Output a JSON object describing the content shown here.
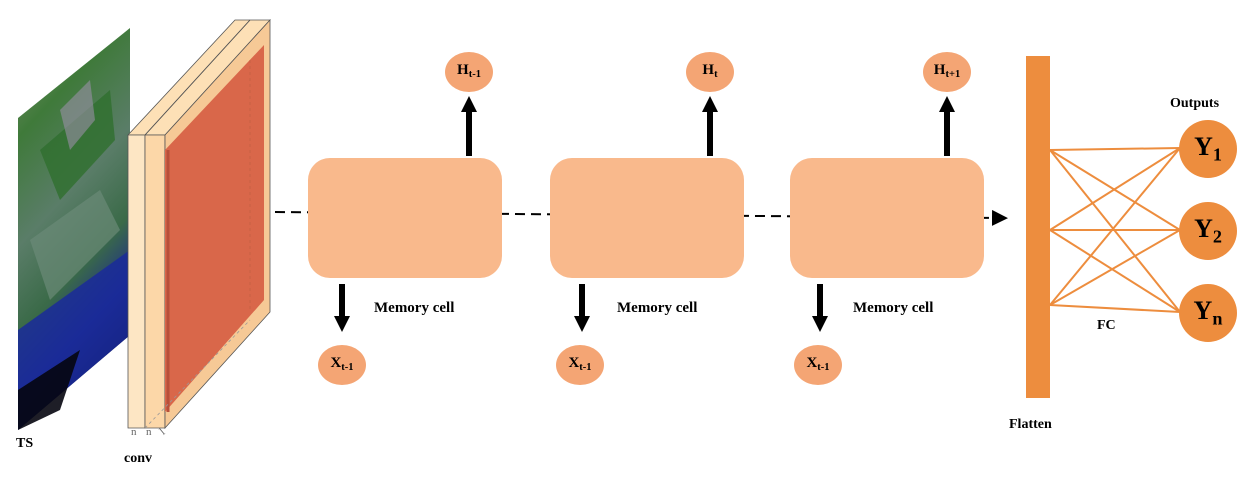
{
  "labels": {
    "ts": "TS",
    "conv": "conv",
    "flatten": "Flatten",
    "fc": "FC",
    "outputs": "Outputs",
    "conv_ticks": [
      "n",
      "n",
      "l"
    ]
  },
  "memory_cells": [
    {
      "label": "Memory cell",
      "output": {
        "base": "H",
        "sub": "t-1"
      },
      "input": {
        "base": "X",
        "sub": "t-1"
      }
    },
    {
      "label": "Memory cell",
      "output": {
        "base": "H",
        "sub": "t"
      },
      "input": {
        "base": "X",
        "sub": "t-1"
      }
    },
    {
      "label": "Memory cell",
      "output": {
        "base": "H",
        "sub": "t+1"
      },
      "input": {
        "base": "X",
        "sub": "t-1"
      }
    }
  ],
  "outputs": [
    {
      "base": "Y",
      "sub": "1"
    },
    {
      "base": "Y",
      "sub": "2"
    },
    {
      "base": "Y",
      "sub": "n"
    }
  ],
  "colors": {
    "cell_fill": "#f9b98c",
    "node_fill": "#f4a574",
    "output_fill": "#ed8d3e",
    "flatten_bar": "#ed8d3e",
    "fc_lines": "#ed8d3e",
    "conv_front": "#d9674a",
    "conv_layer": "#fde0b6"
  }
}
